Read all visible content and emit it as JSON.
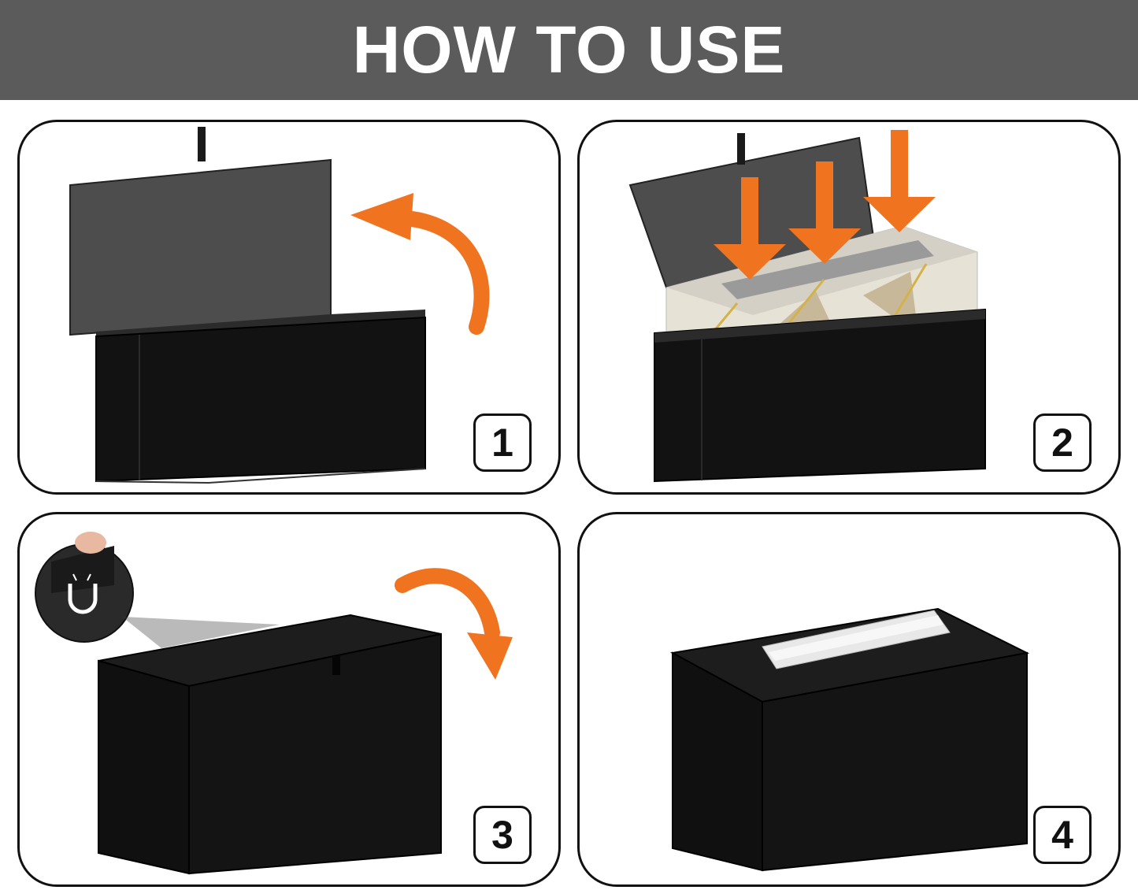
{
  "header": {
    "title": "HOW TO USE"
  },
  "colors": {
    "header_bg": "#5b5b5b",
    "arrow": "#f07420",
    "box": "#121212",
    "lid_inner": "#4a4a4a"
  },
  "steps": [
    {
      "number": "1",
      "icon": "curved-arrow-up-icon"
    },
    {
      "number": "2",
      "icon": "down-arrows-icon"
    },
    {
      "number": "3",
      "icon": "curved-arrow-down-icon",
      "extra_icon": "magnet-icon"
    },
    {
      "number": "4",
      "icon": "tissue-icon"
    }
  ]
}
